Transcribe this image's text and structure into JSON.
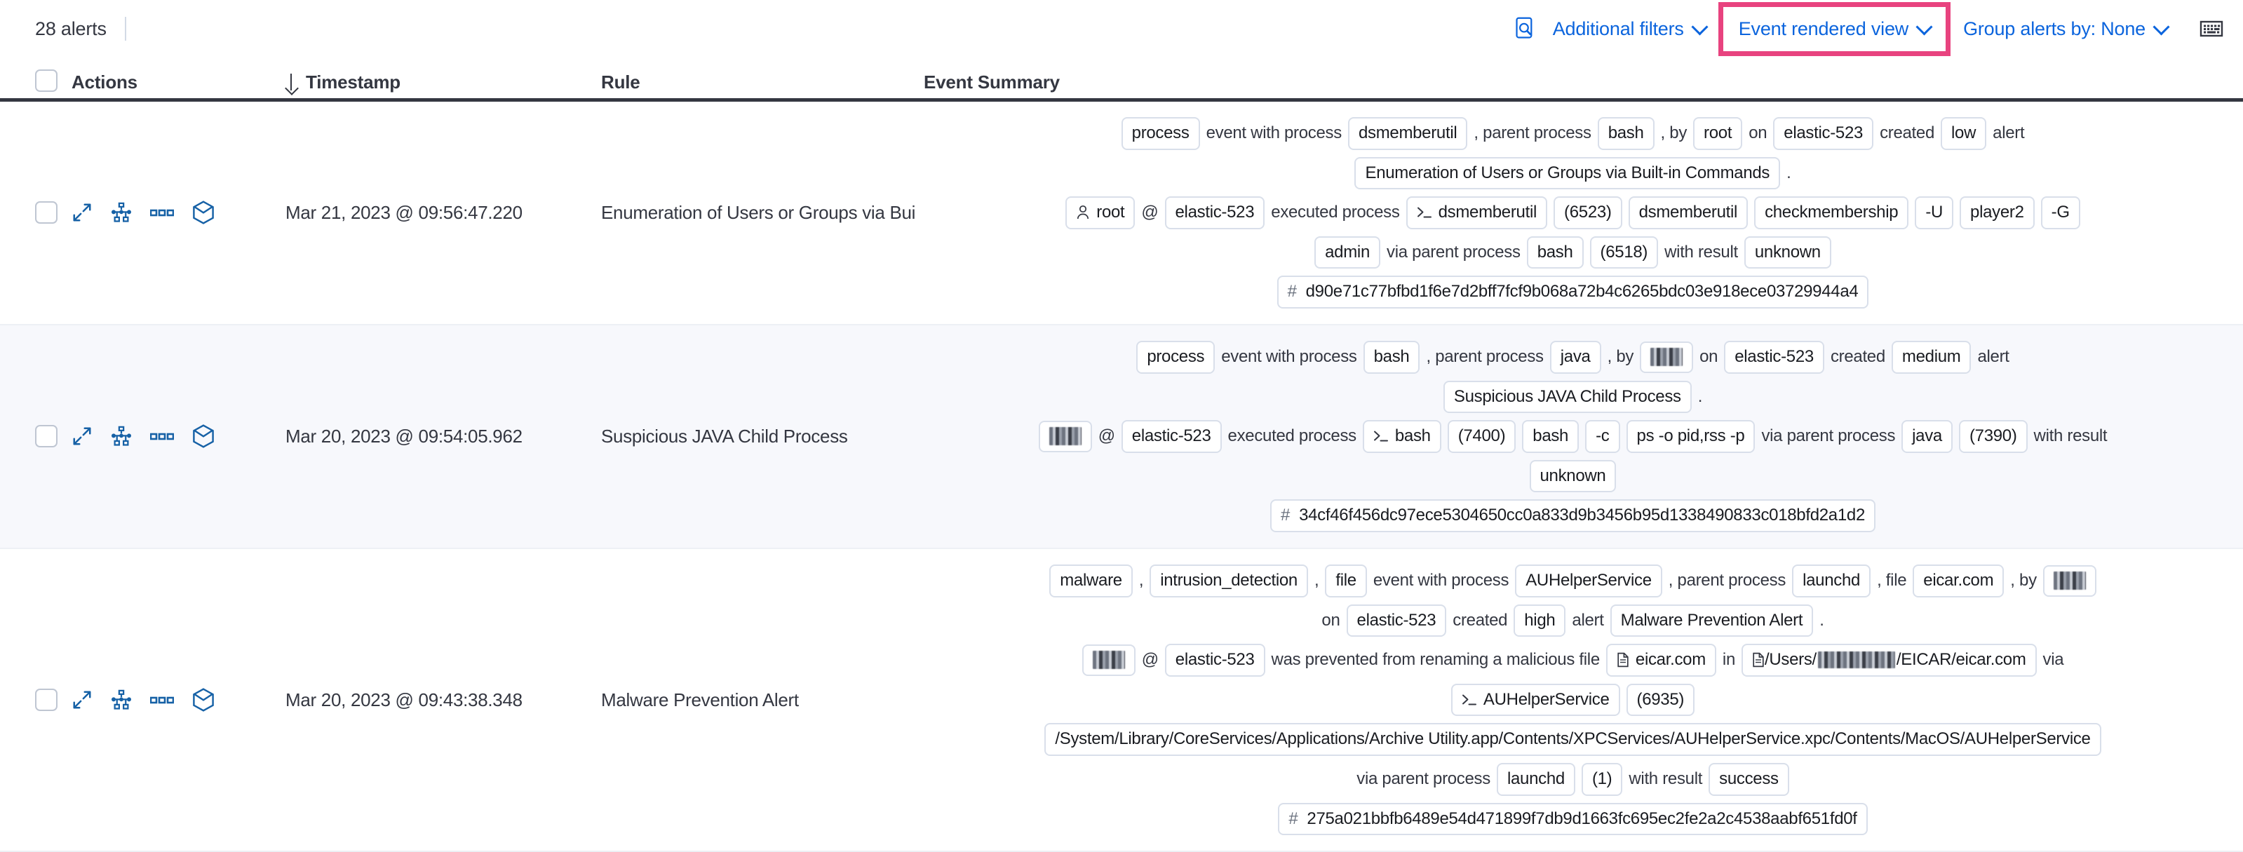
{
  "toolbar": {
    "alerts_count_label": "28 alerts",
    "inspect_icon": "inspect-icon",
    "additional_filters_label": "Additional filters",
    "event_rendered_view_label": "Event rendered view",
    "group_alerts_by_label": "Group alerts by: None",
    "keyboard_icon": "keyboard-icon",
    "highlight_color": "#E8437F",
    "link_color": "#0B64DD"
  },
  "table": {
    "columns": {
      "actions": "Actions",
      "timestamp": "Timestamp",
      "rule": "Rule",
      "event_summary": "Event Summary"
    },
    "sort": {
      "column": "Timestamp",
      "direction": "desc",
      "icon": "arrow-down-icon"
    },
    "row_actions": [
      "expand-icon",
      "analyze-event-icon",
      "more-actions-icon",
      "session-view-icon"
    ],
    "rows": [
      {
        "timestamp": "Mar 21, 2023 @ 09:56:47.220",
        "rule": "Enumeration of Users or Groups via Bui",
        "shaded": false,
        "summary": [
          [
            {
              "t": "badge",
              "v": "process"
            },
            {
              "t": "text",
              "v": "event with process"
            },
            {
              "t": "badge",
              "v": "dsmemberutil"
            },
            {
              "t": "text",
              "v": ", parent process"
            },
            {
              "t": "badge",
              "v": "bash"
            },
            {
              "t": "text",
              "v": ", by"
            },
            {
              "t": "badge",
              "v": "root"
            },
            {
              "t": "text",
              "v": "on"
            },
            {
              "t": "badge",
              "v": "elastic-523"
            },
            {
              "t": "text",
              "v": "created"
            },
            {
              "t": "badge",
              "v": "low"
            },
            {
              "t": "text",
              "v": "alert"
            }
          ],
          [
            {
              "t": "badge",
              "v": "Enumeration of Users or Groups via Built-in Commands"
            },
            {
              "t": "text",
              "v": "."
            }
          ],
          [
            {
              "t": "badge",
              "v": "root",
              "icon": "user-icon"
            },
            {
              "t": "text",
              "v": "@"
            },
            {
              "t": "badge",
              "v": "elastic-523"
            },
            {
              "t": "text",
              "v": "executed process"
            },
            {
              "t": "badge",
              "v": "dsmemberutil",
              "icon": "console-icon"
            },
            {
              "t": "badge",
              "v": "(6523)"
            },
            {
              "t": "badge",
              "v": "dsmemberutil"
            },
            {
              "t": "badge",
              "v": "checkmembership"
            },
            {
              "t": "badge",
              "v": "-U"
            },
            {
              "t": "badge",
              "v": "player2"
            },
            {
              "t": "badge",
              "v": "-G"
            }
          ],
          [
            {
              "t": "badge",
              "v": "admin"
            },
            {
              "t": "text",
              "v": "via parent process"
            },
            {
              "t": "badge",
              "v": "bash"
            },
            {
              "t": "badge",
              "v": "(6518)"
            },
            {
              "t": "text",
              "v": "with result"
            },
            {
              "t": "badge",
              "v": "unknown"
            }
          ],
          [
            {
              "t": "badge",
              "v": "d90e71c77bfbd1f6e7d2bff7fcf9b068a72b4c6265bdc03e918ece03729944a4",
              "icon": "hash-icon"
            }
          ]
        ]
      },
      {
        "timestamp": "Mar 20, 2023 @ 09:54:05.962",
        "rule": "Suspicious JAVA Child Process",
        "shaded": true,
        "summary": [
          [
            {
              "t": "badge",
              "v": "process"
            },
            {
              "t": "text",
              "v": "event with process"
            },
            {
              "t": "badge",
              "v": "bash"
            },
            {
              "t": "text",
              "v": ", parent process"
            },
            {
              "t": "badge",
              "v": "java"
            },
            {
              "t": "text",
              "v": ", by"
            },
            {
              "t": "badge",
              "v": "",
              "redacted": "md"
            },
            {
              "t": "text",
              "v": "on"
            },
            {
              "t": "badge",
              "v": "elastic-523"
            },
            {
              "t": "text",
              "v": "created"
            },
            {
              "t": "badge",
              "v": "medium"
            },
            {
              "t": "text",
              "v": "alert"
            }
          ],
          [
            {
              "t": "badge",
              "v": "Suspicious JAVA Child Process"
            },
            {
              "t": "text",
              "v": "."
            }
          ],
          [
            {
              "t": "badge",
              "v": "",
              "redacted": "md"
            },
            {
              "t": "text",
              "v": "@"
            },
            {
              "t": "badge",
              "v": "elastic-523"
            },
            {
              "t": "text",
              "v": "executed process"
            },
            {
              "t": "badge",
              "v": "bash",
              "icon": "console-icon"
            },
            {
              "t": "badge",
              "v": "(7400)"
            },
            {
              "t": "badge",
              "v": "bash"
            },
            {
              "t": "badge",
              "v": "-c"
            },
            {
              "t": "badge",
              "v": "ps -o pid,rss -p"
            },
            {
              "t": "text",
              "v": "via parent process"
            },
            {
              "t": "badge",
              "v": "java"
            },
            {
              "t": "badge",
              "v": "(7390)"
            },
            {
              "t": "text",
              "v": "with result"
            }
          ],
          [
            {
              "t": "badge",
              "v": "unknown"
            }
          ],
          [
            {
              "t": "badge",
              "v": "34cf46f456dc97ece5304650cc0a833d9b3456b95d1338490833c018bfd2a1d2",
              "icon": "hash-icon"
            }
          ]
        ]
      },
      {
        "timestamp": "Mar 20, 2023 @ 09:43:38.348",
        "rule": "Malware Prevention Alert",
        "shaded": false,
        "summary": [
          [
            {
              "t": "badge",
              "v": "malware"
            },
            {
              "t": "text",
              "v": ","
            },
            {
              "t": "badge",
              "v": "intrusion_detection"
            },
            {
              "t": "text",
              "v": ","
            },
            {
              "t": "badge",
              "v": "file"
            },
            {
              "t": "text",
              "v": "event with process"
            },
            {
              "t": "badge",
              "v": "AUHelperService"
            },
            {
              "t": "text",
              "v": ", parent process"
            },
            {
              "t": "badge",
              "v": "launchd"
            },
            {
              "t": "text",
              "v": ", file"
            },
            {
              "t": "badge",
              "v": "eicar.com"
            },
            {
              "t": "text",
              "v": ", by"
            },
            {
              "t": "badge",
              "v": "",
              "redacted": "md"
            }
          ],
          [
            {
              "t": "text",
              "v": "on"
            },
            {
              "t": "badge",
              "v": "elastic-523"
            },
            {
              "t": "text",
              "v": "created"
            },
            {
              "t": "badge",
              "v": "high"
            },
            {
              "t": "text",
              "v": "alert"
            },
            {
              "t": "badge",
              "v": "Malware Prevention Alert"
            },
            {
              "t": "text",
              "v": "."
            }
          ],
          [
            {
              "t": "badge",
              "v": "",
              "redacted": "md"
            },
            {
              "t": "text",
              "v": "@"
            },
            {
              "t": "badge",
              "v": "elastic-523"
            },
            {
              "t": "text",
              "v": "was prevented from renaming a malicious file"
            },
            {
              "t": "badge",
              "v": "eicar.com",
              "icon": "file-icon"
            },
            {
              "t": "text",
              "v": "in"
            },
            {
              "t": "badge",
              "v": "/Users/",
              "v2": "/EICAR/eicar.com",
              "icon": "file-icon",
              "redacted_inline": true
            },
            {
              "t": "text",
              "v": "via"
            }
          ],
          [
            {
              "t": "badge",
              "v": "AUHelperService",
              "icon": "console-icon"
            },
            {
              "t": "badge",
              "v": "(6935)"
            }
          ],
          [
            {
              "t": "badge",
              "v": "/System/Library/CoreServices/Applications/Archive Utility.app/Contents/XPCServices/AUHelperService.xpc/Contents/MacOS/AUHelperService"
            }
          ],
          [
            {
              "t": "text",
              "v": "via parent process"
            },
            {
              "t": "badge",
              "v": "launchd"
            },
            {
              "t": "badge",
              "v": "(1)"
            },
            {
              "t": "text",
              "v": "with result"
            },
            {
              "t": "badge",
              "v": "success"
            }
          ],
          [
            {
              "t": "badge",
              "v": "275a021bbfb6489e54d471899f7db9d1663fc695ec2fe2a2c4538aabf651fd0f",
              "icon": "hash-icon"
            }
          ]
        ]
      }
    ]
  }
}
